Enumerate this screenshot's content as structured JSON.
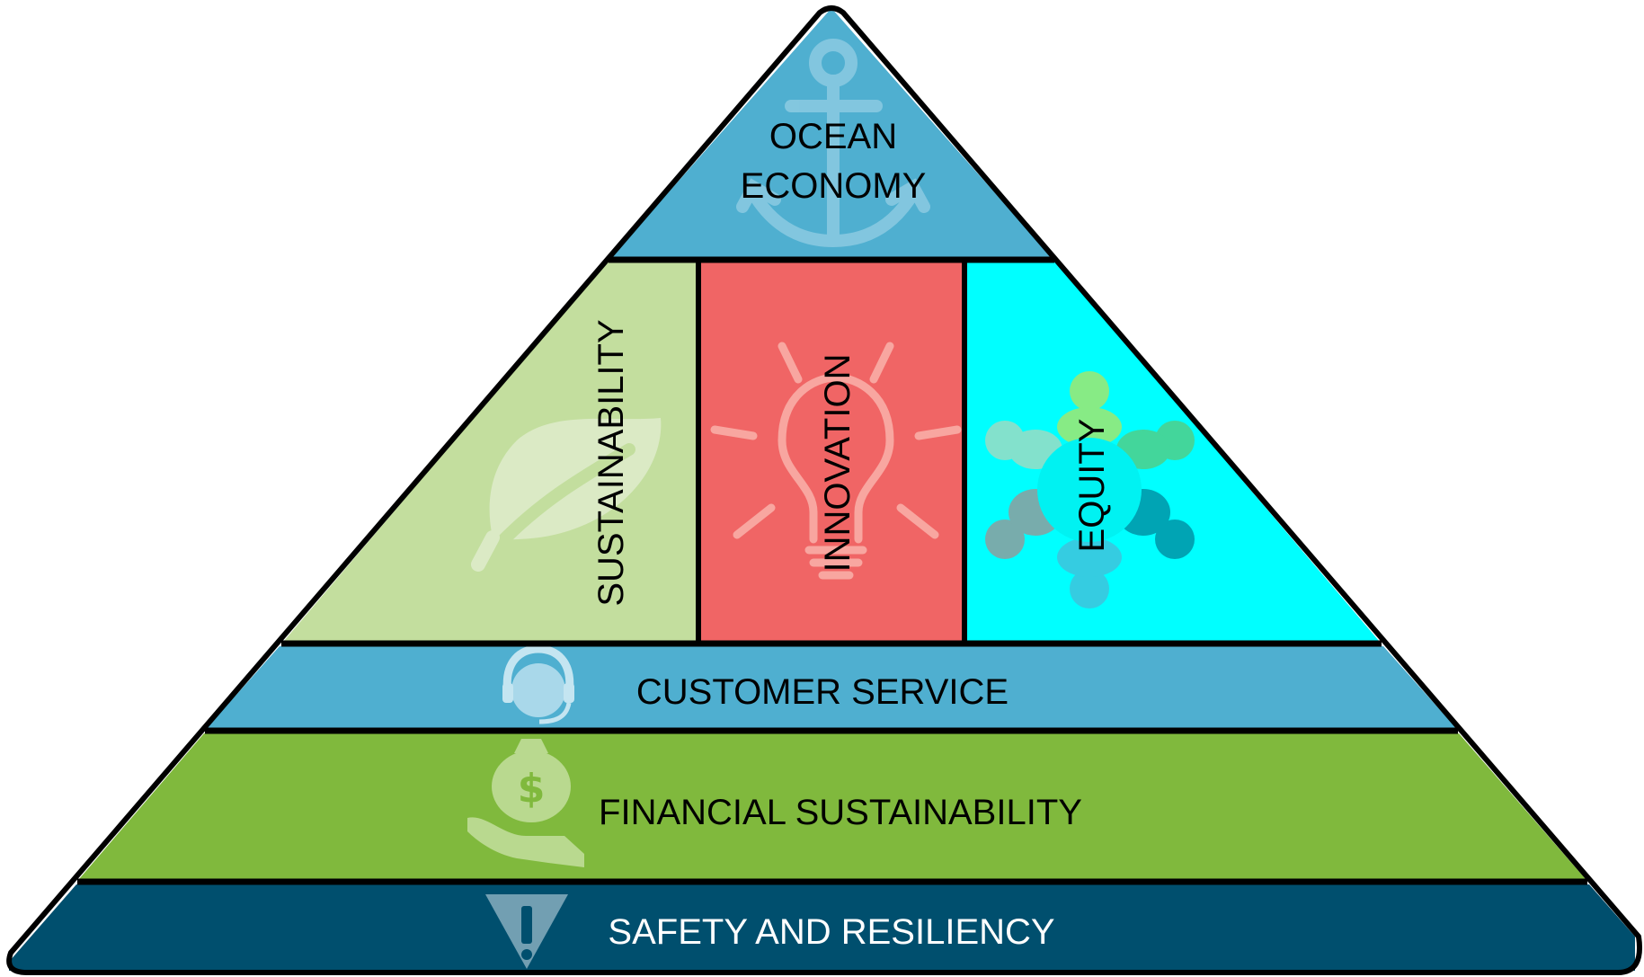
{
  "pyramid": {
    "top": {
      "line1": "OCEAN",
      "line2": "ECONOMY",
      "icon": "anchor-icon",
      "color": "#4FAFD0"
    },
    "middle": {
      "sustainability": {
        "label": "SUSTAINABILITY",
        "icon": "leaf-icon",
        "color": "#C3DE9E"
      },
      "innovation": {
        "label": "INNOVATION",
        "icon": "lightbulb-icon",
        "color": "#F06565"
      },
      "equity": {
        "label": "EQUITY",
        "icon": "people-circle-icon",
        "color": "#00FFFF"
      }
    },
    "customer_service": {
      "label": "CUSTOMER SERVICE",
      "icon": "headset-icon",
      "color": "#4FAFD0"
    },
    "financial": {
      "label": "FINANCIAL SUSTAINABILITY",
      "icon": "money-hand-icon",
      "color": "#80B93D"
    },
    "safety": {
      "label": "SAFETY AND RESILIENCY",
      "icon": "warning-icon",
      "color": "#004F6E"
    }
  }
}
